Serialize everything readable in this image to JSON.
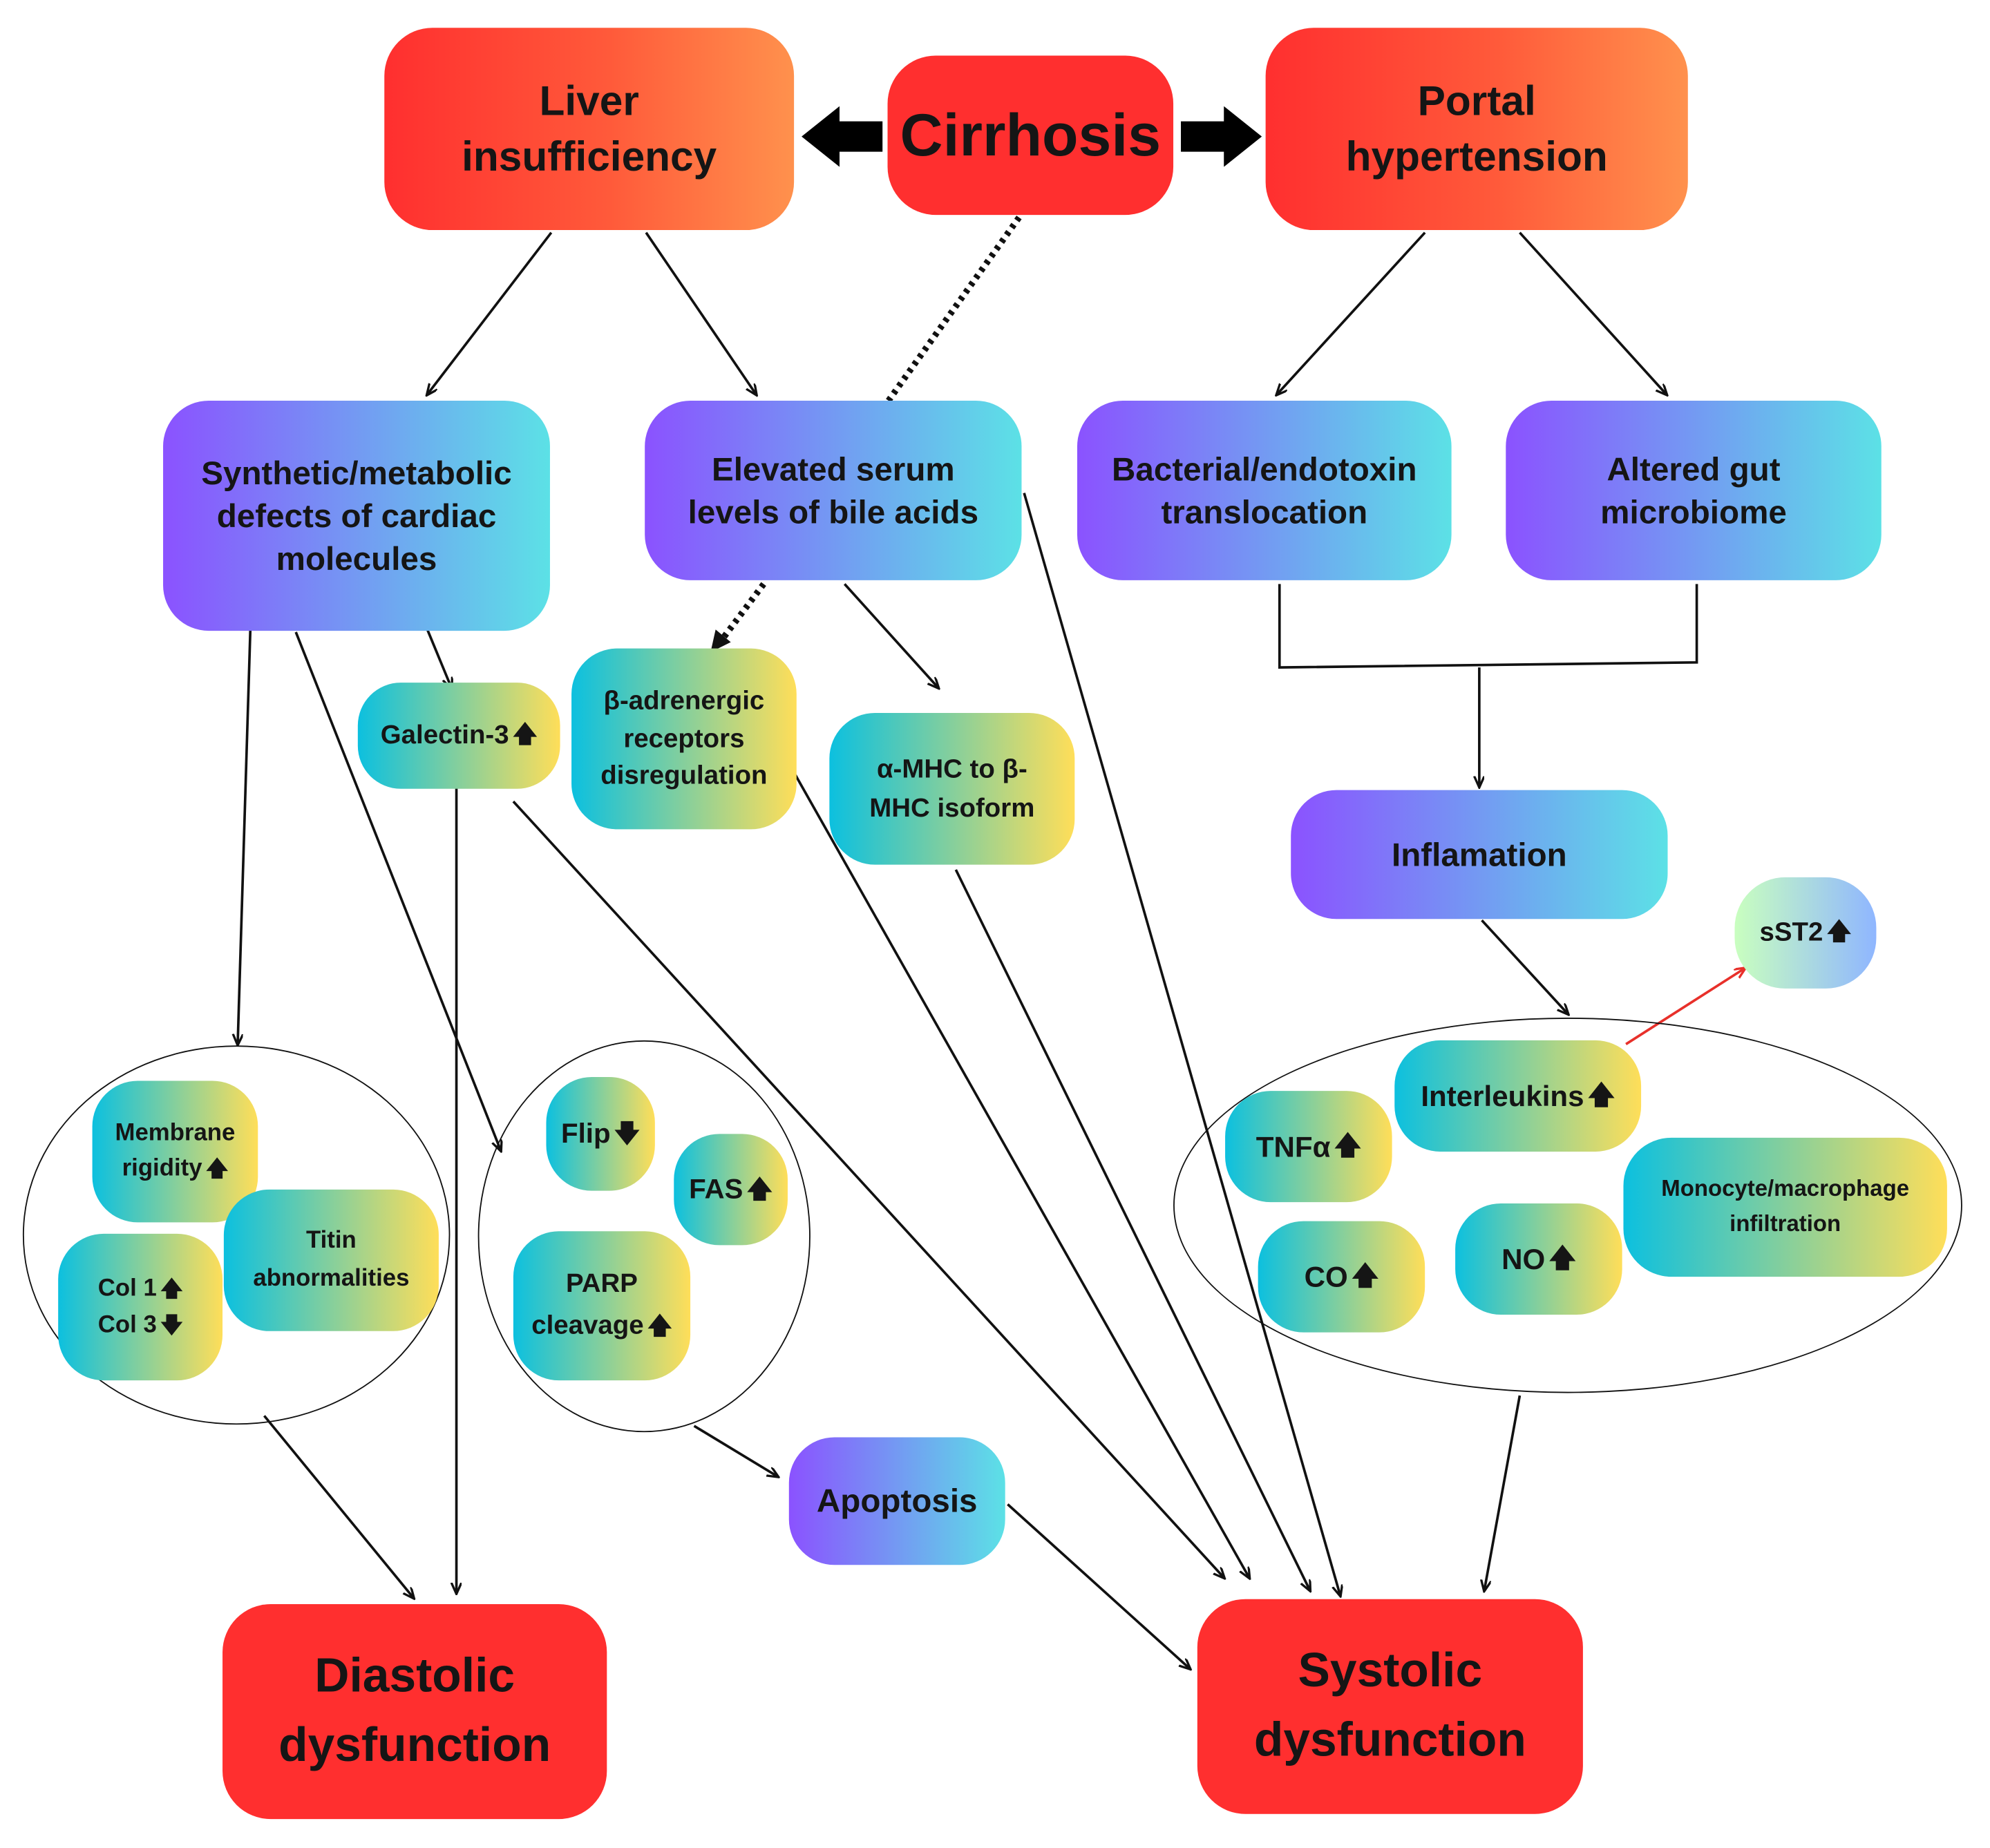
{
  "nodes": {
    "cirrhosis": "Cirrhosis",
    "liver_insufficiency": [
      "Liver",
      "insufficiency"
    ],
    "portal_hypertension": [
      "Portal",
      "hypertension"
    ],
    "synthetic_defects": [
      "Synthetic/metabolic",
      "defects of cardiac",
      "molecules"
    ],
    "bile_acids": [
      "Elevated serum",
      "levels of bile acids"
    ],
    "bacterial_translocation": [
      "Bacterial/endotoxin",
      "translocation"
    ],
    "altered_microbiome": [
      "Altered gut",
      "microbiome"
    ],
    "galectin": "Galectin-3",
    "beta_adrenergic": [
      "β-adrenergic",
      "receptors",
      "disregulation"
    ],
    "mhc_isoform": [
      "α-MHC to β-",
      "MHC isoform"
    ],
    "inflammation": "Inflamation",
    "sst2": "sST2",
    "membrane_rigidity": [
      "Membrane",
      "rigidity"
    ],
    "titin": [
      "Titin",
      "abnormalities"
    ],
    "col1": "Col 1",
    "col3": "Col 3",
    "flip": "Flip",
    "fas": "FAS",
    "parp": [
      "PARP",
      "cleavage"
    ],
    "interleukins": "Interleukins",
    "tnfa": "TNFα",
    "co": "CO",
    "no": "NO",
    "monocyte": [
      "Monocyte/macrophage",
      "infiltration"
    ],
    "apoptosis": "Apoptosis",
    "diastolic": [
      "Diastolic",
      "dysfunction"
    ],
    "systolic": [
      "Systolic",
      "dysfunction"
    ]
  },
  "indicators": {
    "up": "🡅",
    "down": "🡇"
  },
  "colors": {
    "outcome_red": "#ff2f2f",
    "orange_end": "#ff914d",
    "violet": "#8b52ff",
    "cyan": "#5ce1e6",
    "teal": "#0cc0df",
    "yellow": "#ffde59",
    "highlight_arrow": "#e8302a"
  }
}
